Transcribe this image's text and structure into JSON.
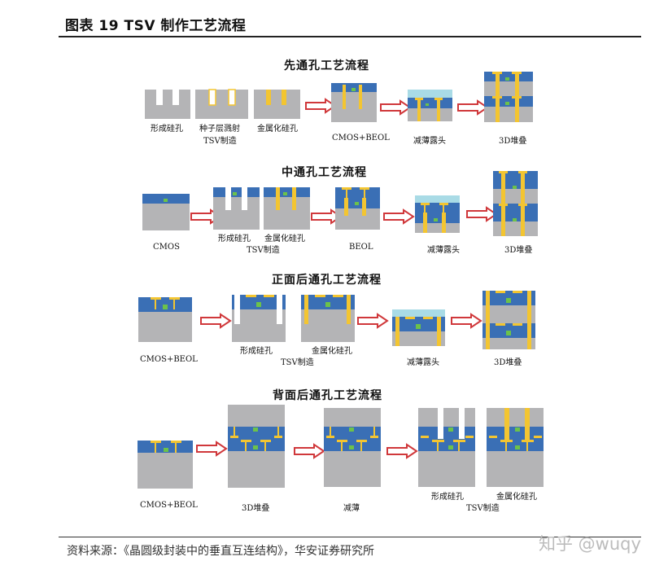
{
  "figure": {
    "title": "图表 19 TSV 制作工艺流程",
    "source": "资料来源：《晶圆级封装中的垂直互连结构》，华安证券研究所",
    "watermark": "知乎 @wuqy"
  },
  "colors": {
    "silicon": "#b4b4b6",
    "dielectric": "#3a6fb5",
    "metal": "#f3c531",
    "device": "#6cc24a",
    "carrier": "#a9dbe6",
    "arrow": "#d0383b"
  },
  "sections": [
    {
      "title": "先通孔工艺流程",
      "labels": [
        "形成硅孔",
        "种子层溅射",
        "金属化硅孔",
        "TSV制造",
        "CMOS+BEOL",
        "减薄露头",
        "3D堆叠"
      ]
    },
    {
      "title": "中通孔工艺流程",
      "labels": [
        "CMOS",
        "形成硅孔",
        "金属化硅孔",
        "TSV制造",
        "BEOL",
        "减薄露头",
        "3D堆叠"
      ]
    },
    {
      "title": "正面后通孔工艺流程",
      "labels": [
        "CMOS+BEOL",
        "形成硅孔",
        "金属化硅孔",
        "TSV制造",
        "减薄露头",
        "3D堆叠"
      ]
    },
    {
      "title": "背面后通孔工艺流程",
      "labels": [
        "CMOS+BEOL",
        "3D堆叠",
        "减薄",
        "形成硅孔",
        "金属化硅孔",
        "TSV制造"
      ]
    }
  ]
}
